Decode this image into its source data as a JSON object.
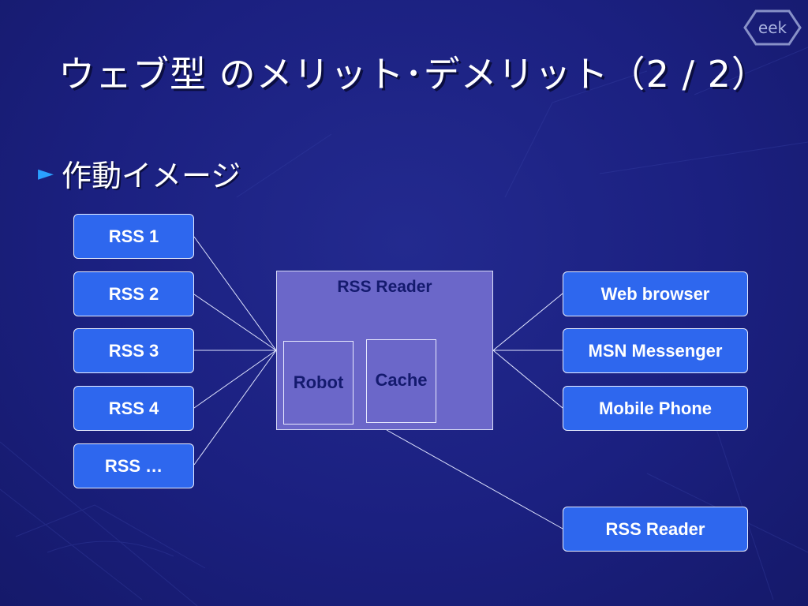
{
  "slide": {
    "title": "ウェブ型 のメリット･デメリット（2 / 2）",
    "bullet": {
      "icon": "triangle-right-icon",
      "text": "作動イメージ"
    },
    "logo_text": "eek",
    "colors": {
      "background": "#1b2080",
      "node_fill": "#2e67ee",
      "reader_fill": "#6b67c9",
      "bullet": "#2aa0ff"
    }
  },
  "diagram": {
    "sources": [
      "RSS 1",
      "RSS 2",
      "RSS 3",
      "RSS 4",
      "RSS …"
    ],
    "reader": {
      "title": "RSS Reader",
      "components": [
        "Robot",
        "Cache"
      ]
    },
    "clients": [
      "Web browser",
      "MSN Messenger",
      "Mobile Phone"
    ],
    "extra_client": "RSS Reader"
  }
}
